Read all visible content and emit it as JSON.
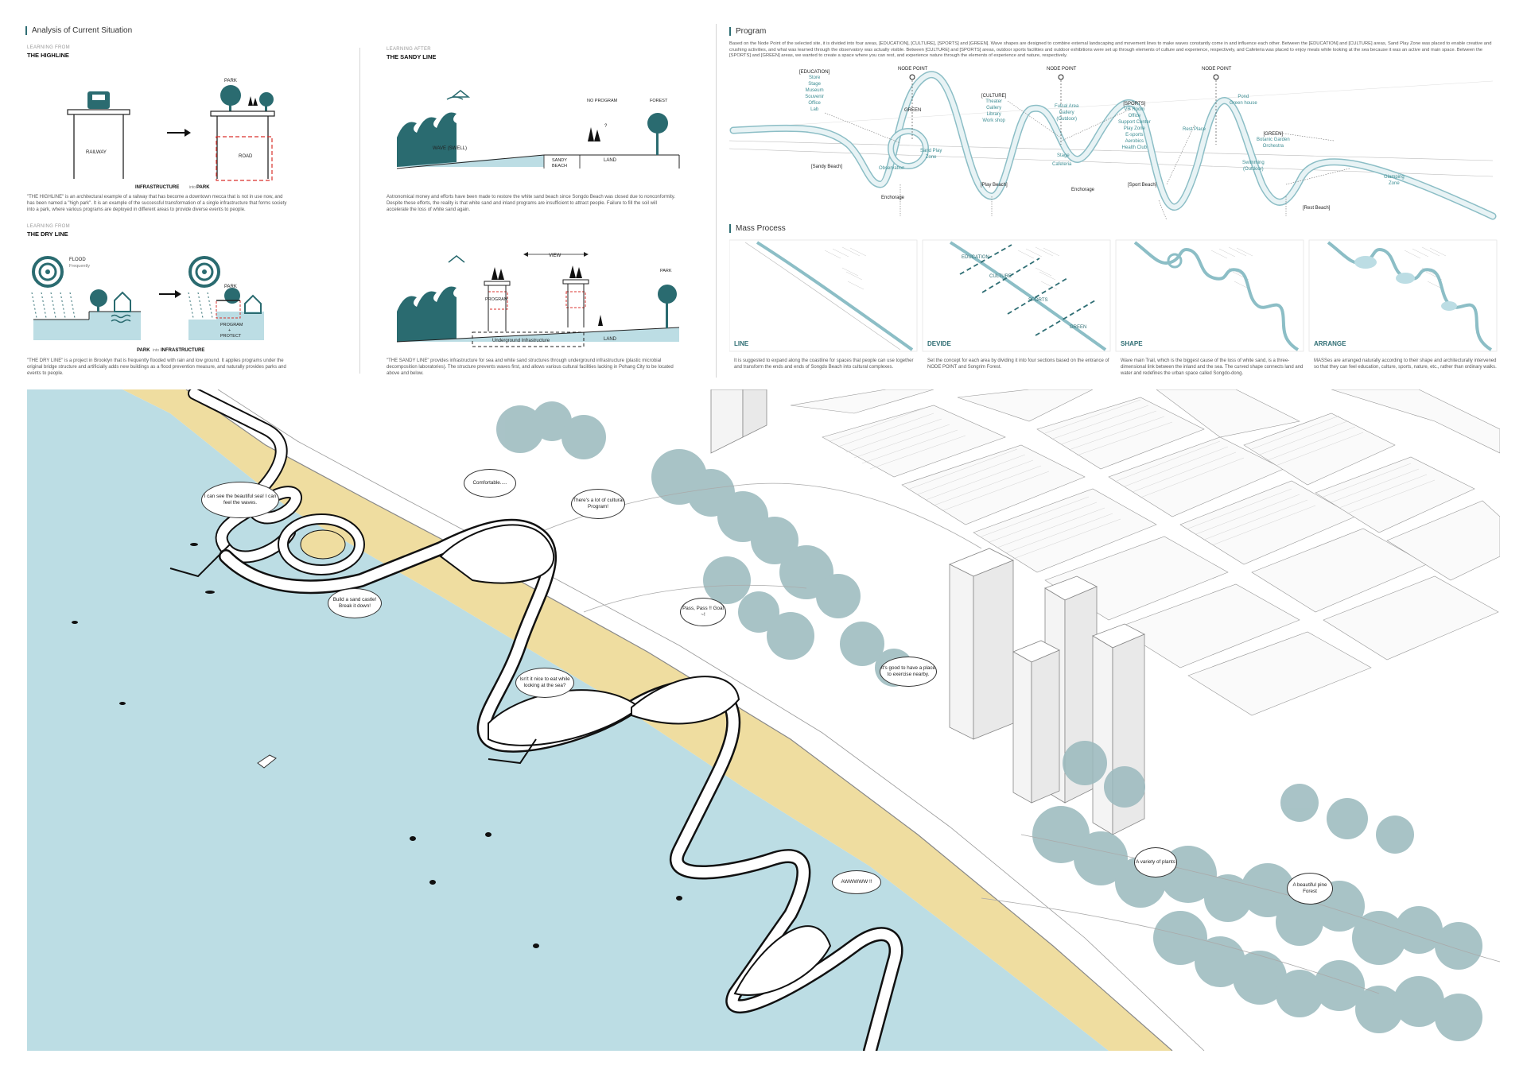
{
  "analysis": {
    "title": "Analysis of Current Situation",
    "highline": {
      "kicker": "LEARNING FROM",
      "title": "THE HIGHLINE",
      "labels": {
        "railway": "RAILWAY",
        "park": "PARK",
        "road": "ROAD",
        "infra": "INFRASTRUCTURE",
        "into": "into",
        "park2": "PARK"
      },
      "text": "\"THE HIGHLINE\" is an architectural example of a railway that has become a downtown mecca that is not in use now, and has been named a \"high park\". It is an example of the successful transformation of a single infrastructure that forms society into a park, where various programs are deployed in different areas to provide diverse events to people."
    },
    "dryline": {
      "kicker": "LEARNING FROM",
      "title": "THE DRY LINE",
      "labels": {
        "flood": "FLOOD",
        "frequently": "Frequently",
        "park": "PARK",
        "program": "PROGRAM",
        "plus": "+",
        "protect": "PROTECT",
        "park2": "PARK",
        "into": "into",
        "infra": "INFRASTRUCTURE"
      },
      "text": "\"THE DRY LINE\" is a project in Brooklyn that is frequently flooded with rain and low ground. It applies programs under the original bridge structure and artificially adds new buildings as a flood prevention measure, and naturally provides parks and events to people."
    },
    "sandy_after": {
      "kicker": "LEARNING AFTER",
      "title": "THE SANDY LINE",
      "labels": {
        "wave": "WAVE (SWELL)",
        "sandy": "SANDY",
        "beach": "BEACH",
        "land": "LAND",
        "no_program": "NO PROGRAM",
        "forest": "FOREST",
        "q": "?"
      },
      "text": "Astronomical money and efforts have been made to restore the white sand beach since Songdo Beach was closed due to nonconformity. Despite these efforts, the reality is that white sand and inland programs are insufficient to attract people. Failure to fill the soil will accelerate the loss of white sand again."
    },
    "sandy_line": {
      "labels": {
        "view": "VIEW",
        "program": "PROGRAM",
        "underground": "Underground Infrastructure",
        "land": "LAND",
        "park": "PARK"
      },
      "text": "\"THE SANDY LINE\" provides infrastructure for sea and white sand structures through underground infrastructure (plastic microbial decomposition laboratories). The structure prevents waves first, and allows various cultural facilities lacking in Pohang City to be located above and below."
    }
  },
  "program": {
    "title": "Program",
    "text": "Based on the Node Point of the selected site, it is divided into four areas, [EDUCATION], [CULTURE], [SPORTS] and [GREEN]. Wave shapes are designed to combine external landscaping and movement lines to make waves constantly come in and influence each other. Between the [EDUCATION] and [CULTURE] areas, Sand Play Zone was placed to enable creative and crushing activities, and what was learned through the observatory was actually visible. Between [CULTURE] and [SPORTS] areas, outdoor sports facilities and outdoor exhibitions were set up through elements of culture and experience, respectively, and Cafeteria was placed to enjoy meals while looking at the sea because it was an active and main space. Between the [SPORTS] and [GREEN] areas, we wanted to create a space where you can rest, and experience nature through the elements of experience and nature, respectively.",
    "nodes": [
      "NODE POINT",
      "NODE POINT",
      "NODE POINT"
    ],
    "education": {
      "head": "[EDUCATION]",
      "items": [
        "Store",
        "Stage",
        "Museum",
        "Souvenir",
        "Office",
        "Lab"
      ]
    },
    "culture": {
      "head": "[CULTURE]",
      "items": [
        "Theater",
        "Gallery",
        "Library",
        "Work shop"
      ]
    },
    "sports": {
      "head": "[SPORTS]",
      "items": [
        "VR Room",
        "Office",
        "Support Center",
        "Play Zone",
        "E-sports",
        "Aerobics",
        "Health Club"
      ]
    },
    "green_top": "GREEN",
    "futsal": [
      "Futsal Area",
      "Gallery",
      "(Outdoor)"
    ],
    "pond": [
      "Pond",
      "Green house"
    ],
    "rest_place": "Rest Place",
    "green2": {
      "head": "[GREEN]",
      "items": [
        "Botanic Garden",
        "Orchestra"
      ]
    },
    "sandplay": [
      "Sand Play",
      "Zone"
    ],
    "observation": "Observation",
    "stage": "Stage",
    "cafeteria": "Cafeteria",
    "swimming": [
      "Swimming",
      "(Outdoor)"
    ],
    "glamping": [
      "Glamping",
      "Zone"
    ],
    "sandy_beach": "[Sandy Beach]",
    "play_beach": "[Play Beach]",
    "sport_beach": "[Sport Beach]",
    "rest_beach": "[Rest Beach]",
    "enchorage1": "Enchorage",
    "enchorage2": "Enchorage"
  },
  "mass": {
    "title": "Mass Process",
    "panels": [
      {
        "name": "LINE",
        "text": "It is suggested to expand along the coastline for spaces that people can use together and transform the ends and ends of Songdo Beach into cultural complexes."
      },
      {
        "name": "DEVIDE",
        "text": "Set the concept for each area by dividing it into four sections based on the entrance of NODE POINT and Songrim Forest.",
        "zones": [
          "EDUCATION",
          "CULTURE",
          "SPORTS",
          "GREEN"
        ]
      },
      {
        "name": "SHAPE",
        "text": "Wave main Trail, which is the biggest cause of the loss of white sand, is a three-dimensional link between the inland and the sea. The curved shape connects land and water and redefines the urban space called Songdo-dong."
      },
      {
        "name": "ARRANGE",
        "text": "MASSes are arranged naturally according to their shape and architecturally intervened so that they can feel education, culture, sports, nature, etc., rather than ordinary walks."
      }
    ]
  },
  "bubbles": [
    "I can see the beautiful sea! I can feel the waves.",
    "Comfortable.....",
    "There's a lot of cultural Program!",
    "Build a sand castle! Break it down!",
    "Pass, Pass !! Goal ~!",
    "Isn't it nice to eat while looking at the sea?",
    "It's good to have a place to exercise nearby.",
    "AWWWWW !!",
    "A variety of plants",
    "A beautiful pine Forest"
  ],
  "colors": {
    "accent": "#2f6e74",
    "teal": "#3c8d93",
    "sea": "#bcdde4",
    "sand": "#efdda0",
    "tree": "#9ab9bd",
    "icon": "#2a6b70",
    "red_dash": "#d9322c"
  }
}
